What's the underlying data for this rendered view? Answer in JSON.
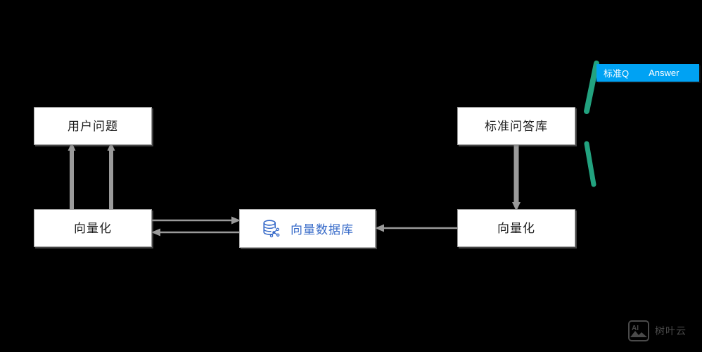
{
  "diagram": {
    "title": "RAG standard question answering flow",
    "background_color": "#000000",
    "nodes": {
      "user_question": {
        "label": "用户问题"
      },
      "vectorize_left": {
        "label": "向量化"
      },
      "vector_db": {
        "label": "向量数据库",
        "icon": "database-network-icon",
        "accent_color": "#3569c8"
      },
      "qa_library": {
        "label": "标准问答库"
      },
      "vectorize_right": {
        "label": "向量化"
      }
    },
    "connectors": [
      {
        "name": "user-question-to-vectorize-left-a",
        "direction": "up"
      },
      {
        "name": "user-question-to-vectorize-left-b",
        "direction": "up"
      },
      {
        "name": "vectorize-left-to-vector-db",
        "direction": "right"
      },
      {
        "name": "vector-db-to-vectorize-left",
        "direction": "left"
      },
      {
        "name": "vectorize-right-to-vector-db",
        "direction": "left"
      },
      {
        "name": "qa-library-to-vectorize-right",
        "direction": "down"
      }
    ],
    "connector_color": "#9a9a9a",
    "brace": {
      "name": "qa-library-brace",
      "color": "#22a27f"
    },
    "answer_chip": {
      "question_label": "标准Q",
      "answer_label": "Answer",
      "background_color": "#00a2f3",
      "text_color": "#ffffff"
    }
  },
  "watermark": {
    "icon_label": "AI",
    "text": "树叶云"
  }
}
